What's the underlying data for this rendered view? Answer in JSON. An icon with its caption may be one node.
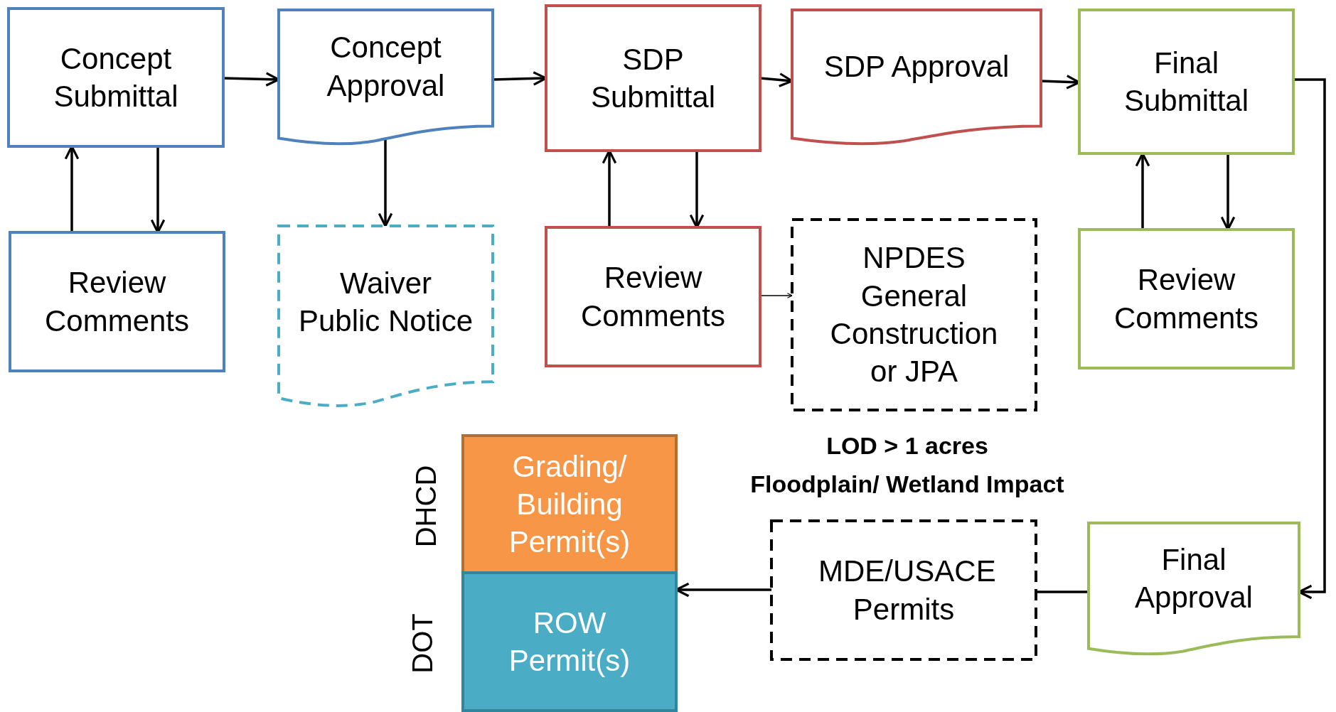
{
  "diagram": {
    "nodes": [
      {
        "text": [
          "Concept Submittal"
        ]
      },
      {
        "text": [
          "Concept Approval"
        ]
      },
      {
        "text": [
          "SDP Submittal"
        ]
      },
      {
        "text": [
          "SDP Approval"
        ]
      },
      {
        "text": [
          "Final Submittal"
        ]
      },
      {
        "text": [
          "Review Comments"
        ]
      },
      {
        "text": [
          "Waiver Public Notice"
        ]
      },
      {
        "text": [
          "Review Comments"
        ]
      },
      {
        "text": [
          "NPDES General Construction or JPA"
        ]
      },
      {
        "text": [
          "Review Comments"
        ]
      },
      {
        "text": [
          "Grading/ Building Permit(s)"
        ],
        "beside": [
          "DHCD"
        ]
      },
      {
        "text": [
          "ROW Permit(s)"
        ],
        "beside": [
          "DOT"
        ]
      },
      {
        "text": [
          "MDE/USACE Permits"
        ]
      },
      {
        "text": [
          "Final Approval"
        ]
      }
    ],
    "edges": [
      {
        "from": 0,
        "to": 1,
        "arrow": "to"
      },
      {
        "from": 1,
        "to": 2,
        "arrow": "to"
      },
      {
        "from": 2,
        "to": 3,
        "arrow": "to"
      },
      {
        "from": 3,
        "to": 4,
        "arrow": "to"
      },
      {
        "from": 0,
        "to": 5,
        "arrow": "to"
      },
      {
        "from": 5,
        "to": 0,
        "arrow": "to"
      },
      {
        "from": 1,
        "to": 6,
        "arrow": "to"
      },
      {
        "from": 2,
        "to": 7,
        "arrow": "to"
      },
      {
        "from": 7,
        "to": 2,
        "arrow": "to"
      },
      {
        "from": 7,
        "to": 8,
        "arrow": "to"
      },
      {
        "from": 4,
        "to": 9,
        "arrow": "to"
      },
      {
        "from": 9,
        "to": 4,
        "arrow": "to"
      },
      {
        "from": 4,
        "to": 13,
        "arrow": "to"
      },
      {
        "from": 13,
        "to": 12,
        "arrow": "none"
      },
      {
        "from": 12,
        "to": 11,
        "arrow": "to"
      }
    ],
    "labels": [
      "LOD > 1 acres",
      "Floodplain/ Wetland Impact"
    ]
  }
}
